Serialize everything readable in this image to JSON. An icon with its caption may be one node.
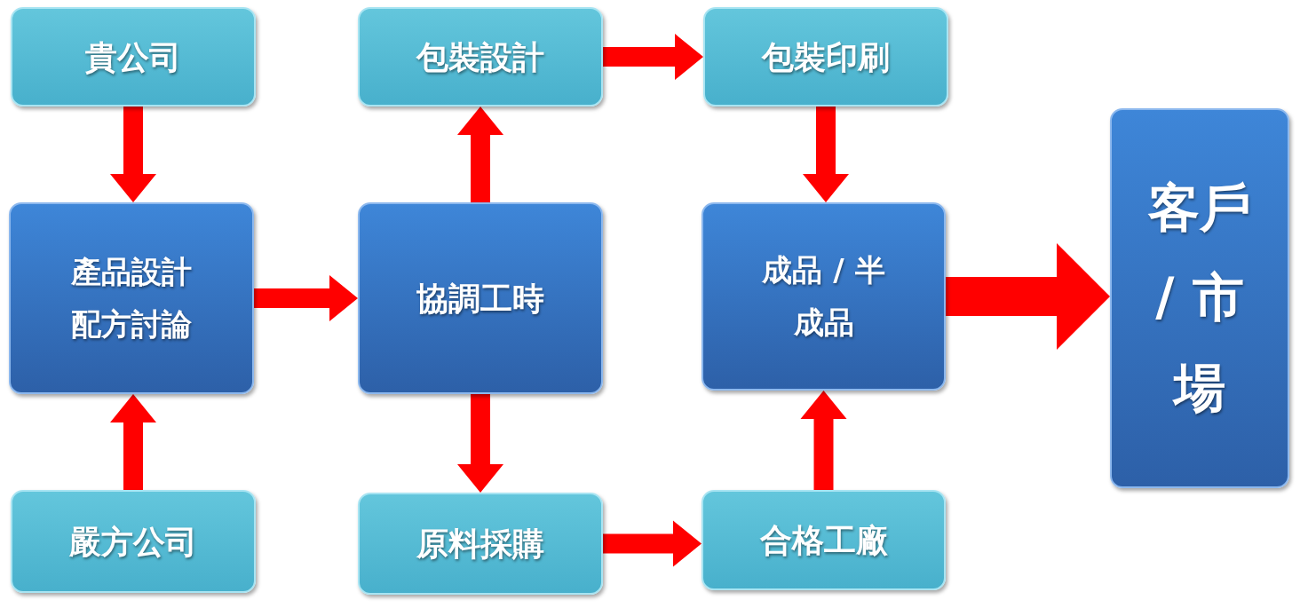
{
  "diagram": {
    "nodes": [
      {
        "text": [
          "貴公司"
        ]
      },
      {
        "text": [
          "產品設計配方討論"
        ]
      },
      {
        "text": [
          "嚴方公司"
        ]
      },
      {
        "text": [
          "協調工時"
        ]
      },
      {
        "text": [
          "包裝設計"
        ]
      },
      {
        "text": [
          "原料採購"
        ]
      },
      {
        "text": [
          "包裝印刷"
        ]
      },
      {
        "text": [
          "成品 / 半成品"
        ]
      },
      {
        "text": [
          "合格工廠"
        ]
      },
      {
        "text": [
          "客戶 / 市場"
        ]
      }
    ],
    "edges": [
      {
        "from": 0,
        "to": 1,
        "arrow": "to"
      },
      {
        "from": 2,
        "to": 1,
        "arrow": "to"
      },
      {
        "from": 1,
        "to": 3,
        "arrow": "to"
      },
      {
        "from": 3,
        "to": 4,
        "arrow": "to"
      },
      {
        "from": 3,
        "to": 5,
        "arrow": "to"
      },
      {
        "from": 4,
        "to": 6,
        "arrow": "to"
      },
      {
        "from": 5,
        "to": 8,
        "arrow": "to"
      },
      {
        "from": 6,
        "to": 7,
        "arrow": "to"
      },
      {
        "from": 8,
        "to": 7,
        "arrow": "to"
      },
      {
        "from": 7,
        "to": 9,
        "arrow": "to",
        "style": "thick"
      }
    ]
  }
}
